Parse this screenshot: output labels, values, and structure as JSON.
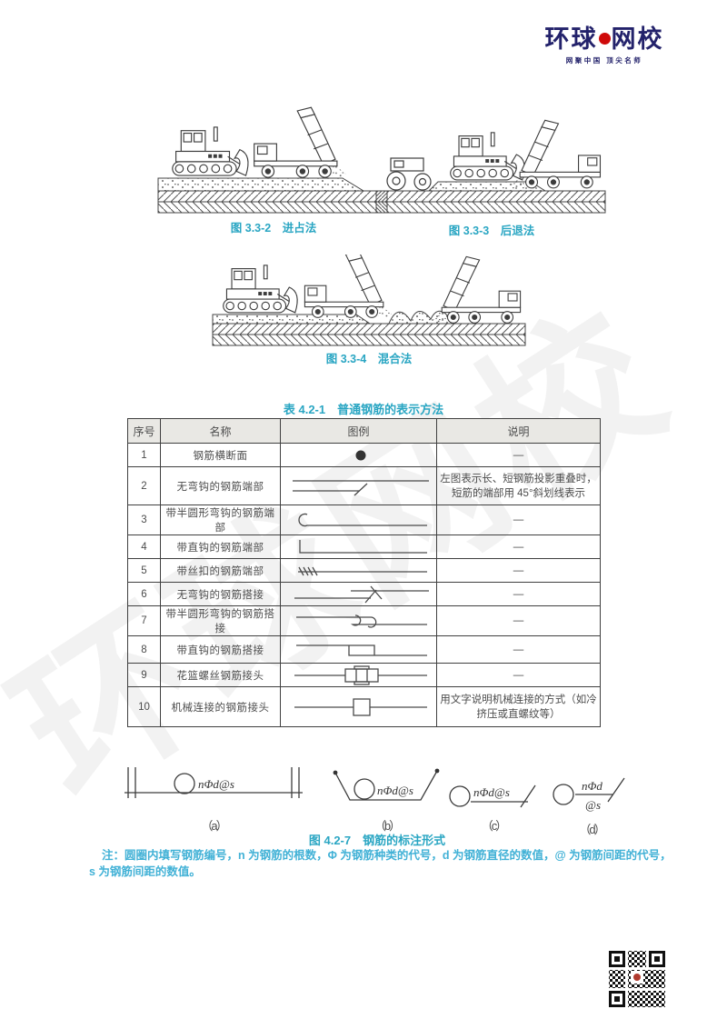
{
  "brand": {
    "logo_left": "环球",
    "logo_right": "网校",
    "slogan": "网聚中国 顶尖名师",
    "watermark": "环球网校",
    "navy": "#23226b",
    "red": "#cf0a0a"
  },
  "figures": {
    "fig332": {
      "caption": "图 3.3-2　进占法"
    },
    "fig333": {
      "caption": "图 3.3-3　后退法"
    },
    "fig334": {
      "caption": "图 3.3-4　混合法"
    },
    "fig427": {
      "caption": "图 4.2-7　钢筋的标注形式",
      "labels": [
        "（a）",
        "（b）",
        "（c）",
        "（d）"
      ],
      "annotation_a": "nΦd@s",
      "annotation_b": "nΦd@s",
      "annotation_c": "nΦd@s",
      "annotation_d_top": "nΦd",
      "annotation_d_bottom": "@s"
    }
  },
  "table": {
    "title": "表 4.2-1　普通钢筋的表示方法",
    "headers": [
      "序号",
      "名称",
      "图例",
      "说明"
    ],
    "rows": [
      {
        "num": "1",
        "name": "钢筋横断面",
        "legend": "cross-section-dot",
        "desc": "—"
      },
      {
        "num": "2",
        "name": "无弯钩的钢筋端部",
        "legend": "end-no-hook-45-slash",
        "desc": "左图表示长、短钢筋投影重叠时，短筋的端部用 45°斜划线表示"
      },
      {
        "num": "3",
        "name": "带半圆形弯钩的钢筋端部",
        "legend": "end-semicircular-hook",
        "desc": "—"
      },
      {
        "num": "4",
        "name": "带直钩的钢筋端部",
        "legend": "end-straight-hook",
        "desc": "—"
      },
      {
        "num": "5",
        "name": "带丝扣的钢筋端部",
        "legend": "end-threaded",
        "desc": "—"
      },
      {
        "num": "6",
        "name": "无弯钩的钢筋搭接",
        "legend": "lap-no-hook",
        "desc": "—"
      },
      {
        "num": "7",
        "name": "带半圆形弯钩的钢筋搭接",
        "legend": "lap-semicircular-hook",
        "desc": "—"
      },
      {
        "num": "8",
        "name": "带直钩的钢筋搭接",
        "legend": "lap-straight-hook",
        "desc": "—"
      },
      {
        "num": "9",
        "name": "花篮螺丝钢筋接头",
        "legend": "turnbuckle-joint",
        "desc": "—"
      },
      {
        "num": "10",
        "name": "机械连接的钢筋接头",
        "legend": "mechanical-joint",
        "desc": "用文字说明机械连接的方式（如冷挤压或直螺纹等）"
      }
    ]
  },
  "note": {
    "line1": "注：圆圈内填写钢筋编号，n 为钢筋的根数，Φ 为钢筋种类的代号，d 为钢筋直径的数值，@ 为钢筋间距的代号，",
    "line2": "s 为钢筋间距的数值。"
  },
  "colors": {
    "caption_teal": "#2aa6c3",
    "note_blue": "#41b1d6",
    "table_border": "#3f3f3f",
    "header_bg": "#e9e8e4",
    "body_text": "#4a4a4a"
  }
}
